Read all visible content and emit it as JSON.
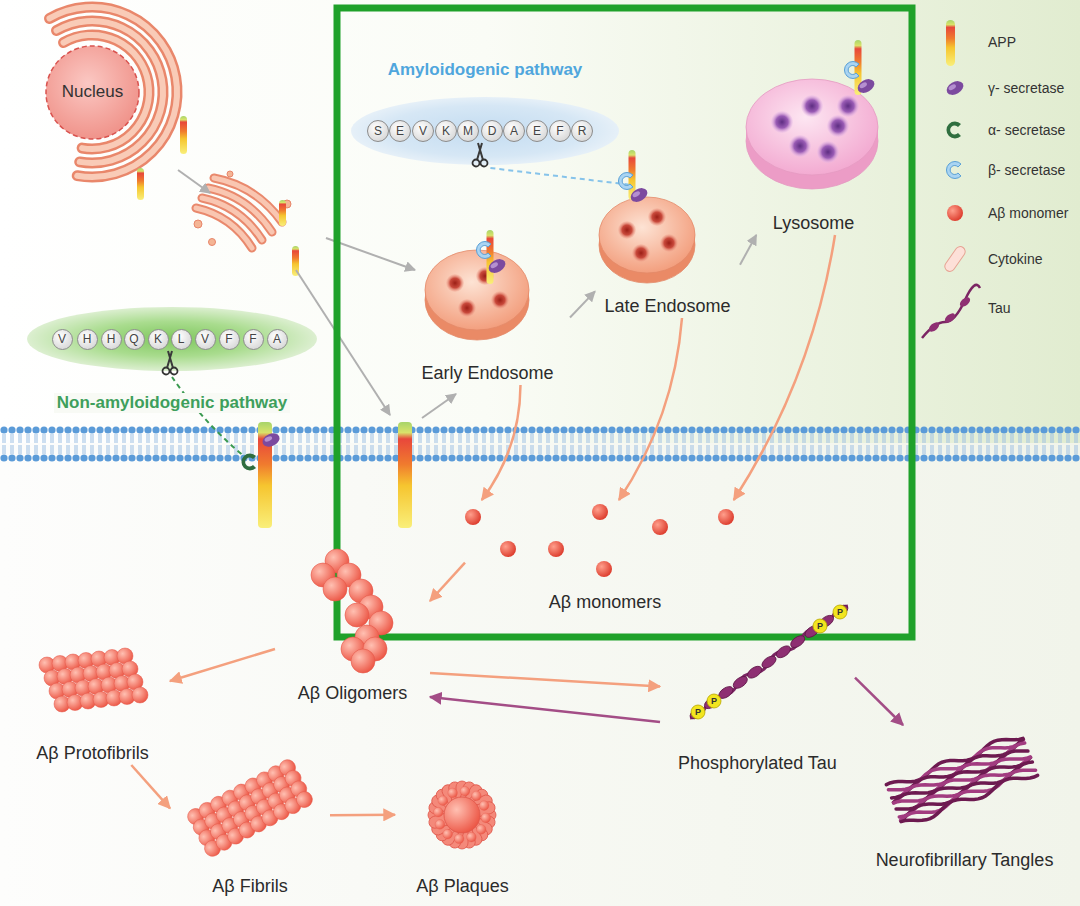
{
  "diagram": {
    "nodes": [
      {
        "text": [
          "Nucleus"
        ]
      },
      {
        "text": [
          "Amyloidogenic pathway"
        ]
      },
      {
        "text": [
          "S"
        ],
        "in": 1
      },
      {
        "text": [
          "E"
        ],
        "in": 1
      },
      {
        "text": [
          "V"
        ],
        "in": 1
      },
      {
        "text": [
          "K"
        ],
        "in": 1
      },
      {
        "text": [
          "M"
        ],
        "in": 1
      },
      {
        "text": [
          "D"
        ],
        "in": 1
      },
      {
        "text": [
          "A"
        ],
        "in": 1
      },
      {
        "text": [
          "E"
        ],
        "in": 1
      },
      {
        "text": [
          "F"
        ],
        "in": 1
      },
      {
        "text": [
          "R"
        ],
        "in": 1
      },
      {
        "text": [
          "Non-amyloidogenic pathway"
        ]
      },
      {
        "text": [
          "V"
        ],
        "in": 12
      },
      {
        "text": [
          "H"
        ],
        "in": 12
      },
      {
        "text": [
          "H"
        ],
        "in": 12
      },
      {
        "text": [
          "Q"
        ],
        "in": 12
      },
      {
        "text": [
          "K"
        ],
        "in": 12
      },
      {
        "text": [
          "L"
        ],
        "in": 12
      },
      {
        "text": [
          "V"
        ],
        "in": 12
      },
      {
        "text": [
          "F"
        ],
        "in": 12
      },
      {
        "text": [
          "F"
        ],
        "in": 12
      },
      {
        "text": [
          "A"
        ],
        "in": 12
      },
      {
        "text": [
          "Early Endosome"
        ]
      },
      {
        "text": [
          "Late Endosome"
        ]
      },
      {
        "text": [
          "Lysosome"
        ]
      },
      {
        "text": [
          "Aβ monomers"
        ]
      },
      {
        "text": [
          "Aβ Oligomers"
        ]
      },
      {
        "text": [
          "Aβ Protofibrils"
        ]
      },
      {
        "text": [
          "Aβ Fibrils"
        ]
      },
      {
        "text": [
          "Aβ Plaques"
        ]
      },
      {
        "text": [
          "Phosphorylated Tau"
        ]
      },
      {
        "text": [
          "P"
        ],
        "in": 31
      },
      {
        "text": [
          "P"
        ],
        "in": 31
      },
      {
        "text": [
          "P"
        ],
        "in": 31
      },
      {
        "text": [
          "P"
        ],
        "in": 31
      },
      {
        "text": [
          "Neurofibrillary Tangles"
        ]
      }
    ],
    "edges": [
      {
        "from": 1,
        "to": 24,
        "arrow": "none"
      },
      {
        "from": 23,
        "to": 24,
        "arrow": "to"
      },
      {
        "from": 24,
        "to": 25,
        "arrow": "to"
      },
      {
        "from": 23,
        "to": 26,
        "arrow": "to"
      },
      {
        "from": 24,
        "to": 26,
        "arrow": "to"
      },
      {
        "from": 25,
        "to": 26,
        "arrow": "to"
      },
      {
        "from": 26,
        "to": 27,
        "arrow": "to"
      },
      {
        "from": 27,
        "to": 28,
        "arrow": "to"
      },
      {
        "from": 28,
        "to": 29,
        "arrow": "to"
      },
      {
        "from": 29,
        "to": 30,
        "arrow": "to"
      },
      {
        "from": 27,
        "to": 31,
        "arrow": "to"
      },
      {
        "from": 31,
        "to": 27,
        "arrow": "to"
      },
      {
        "from": 31,
        "to": 36,
        "arrow": "to"
      }
    ],
    "legend": [
      {
        "text": "APP"
      },
      {
        "text": "γ- secretase"
      },
      {
        "text": "α- secretase"
      },
      {
        "text": "β- secretase"
      },
      {
        "text": "Aβ monomer"
      },
      {
        "text": "Cytokine"
      },
      {
        "text": "Tau"
      }
    ]
  }
}
